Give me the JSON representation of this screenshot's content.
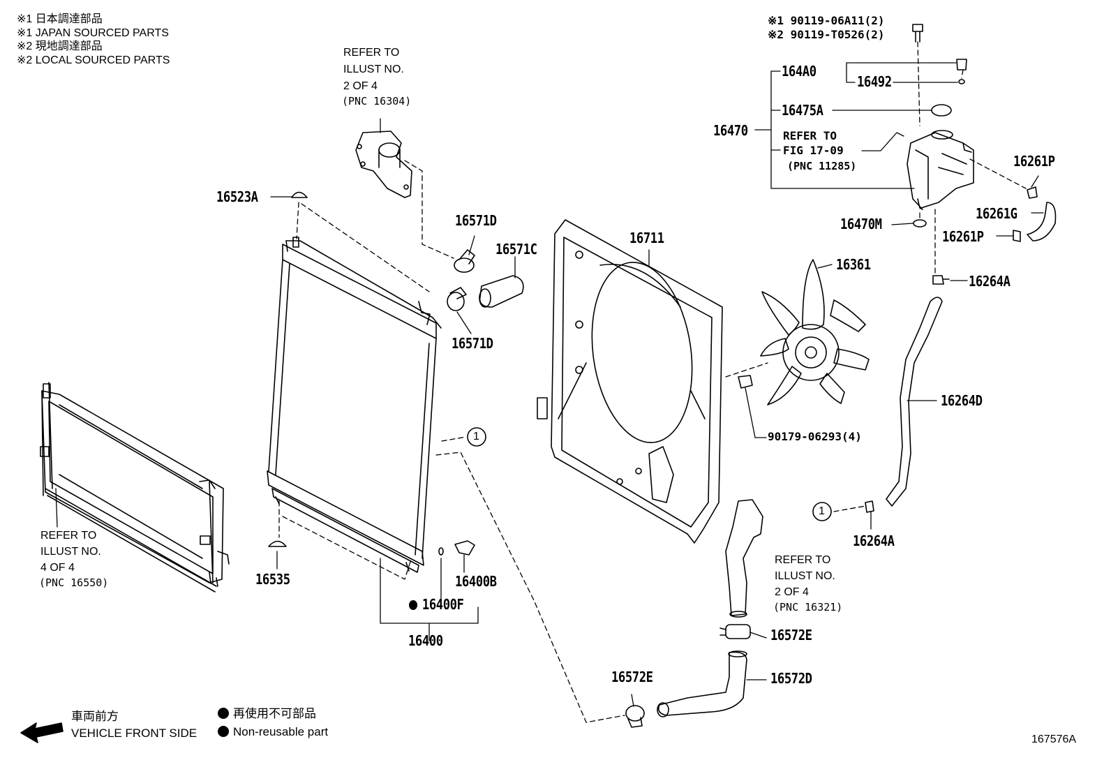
{
  "diagram": {
    "notes": [
      "※1  日本調達部品",
      "※1  JAPAN SOURCED PARTS",
      "※2  現地調達部品",
      "※2  LOCAL SOURCED PARTS"
    ],
    "bolt_notes": [
      "※1 90119-06A11(2)",
      "※2 90119-T0526(2)"
    ],
    "refer_top": [
      "REFER TO",
      "ILLUST NO.",
      "2 OF 4",
      "(PNC 16304)"
    ],
    "refer_fig": [
      "REFER TO",
      "FIG 17-09",
      "(PNC 11285)"
    ],
    "refer_left": [
      "REFER TO",
      "ILLUST NO.",
      "4 OF 4",
      "(PNC 16550)"
    ],
    "refer_right": [
      "REFER TO",
      "ILLUST NO.",
      "2 OF 4",
      "(PNC 16321)"
    ],
    "parts": {
      "p16523A": "16523A",
      "p16571D_a": "16571D",
      "p16571C": "16571C",
      "p16571D_b": "16571D",
      "p16711": "16711",
      "p16361": "16361",
      "p164A0": "164A0",
      "p16492": "16492",
      "p16475A": "16475A",
      "p16470": "16470",
      "p16261P_a": "16261P",
      "p16261G": "16261G",
      "p16470M": "16470M",
      "p16261P_b": "16261P",
      "p16264A_a": "16264A",
      "p16264D": "16264D",
      "p90179": "90179-06293(4)",
      "p16264A_b": "16264A",
      "p16535": "16535",
      "p16400B": "16400B",
      "p16400F": "16400F",
      "p16400": "16400",
      "p16572E_a": "16572E",
      "p16572E_b": "16572E",
      "p16572D": "16572D"
    },
    "circle_ref_1": "1",
    "circle_ref_2": "1",
    "front_side_jp": "車両前方",
    "front_side_en": "VEHICLE FRONT SIDE",
    "nonreusable_jp": "再使用不可部品",
    "nonreusable_en": "Non-reusable part",
    "figure_id": "167576A"
  }
}
